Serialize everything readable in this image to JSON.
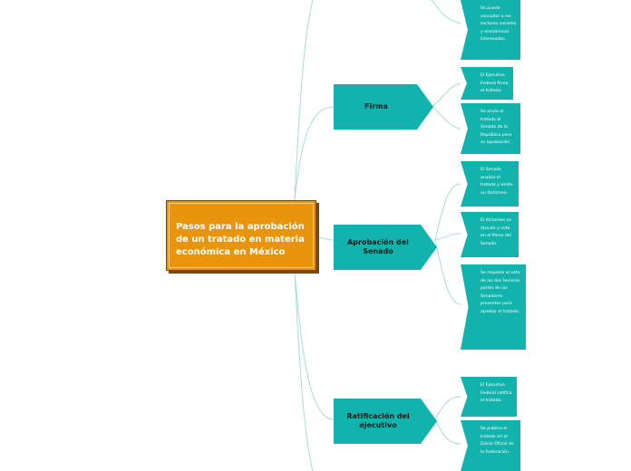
{
  "central": {
    "title": "Pasos para la aprobación de un tratado en materia económica en México"
  },
  "branches": [
    {
      "label": "Firma",
      "items": [
        "El Ejecutivo Federal firma el tratado.",
        "Se envía el tratado al Senado de la República para su aprobación."
      ]
    },
    {
      "label": "Aprobación del Senado",
      "items": [
        "El Senado analiza el tratado y emite un dictamen.",
        "El dictamen se discute y vota en el Pleno del Senado.",
        "Se requiere el voto de las dos terceras partes de los Senadores presentes para aprobar el tratado."
      ]
    },
    {
      "label": "Ratificación del ejecutivo",
      "items": [
        "El Ejecutivo Federal ratifica el tratado.",
        "Se publica el tratado en el Diario Oficial de la Federación."
      ]
    }
  ],
  "partial_top_leaf": "Se puede consultar a los sectores sociales y económicos interesados.",
  "colors": {
    "central_fill": "#e8940d",
    "central_border": "#7a4a00",
    "branch_fill": "#12b3ac",
    "connector": "#a8dcd8"
  }
}
